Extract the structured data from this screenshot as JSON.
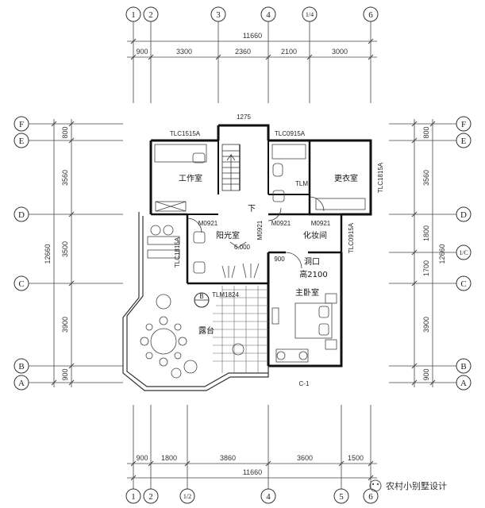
{
  "axes": {
    "top": [
      "1",
      "2",
      "3",
      "4",
      "1/4",
      "6"
    ],
    "bottom": [
      "1",
      "2",
      "1/2",
      "4",
      "5",
      "6"
    ],
    "left": [
      "F",
      "E",
      "D",
      "C",
      "B",
      "A"
    ],
    "right": [
      "F",
      "E",
      "D",
      "1/C",
      "C",
      "B",
      "A"
    ]
  },
  "dimensions": {
    "top_total": "11660",
    "top_segments": [
      "900",
      "3300",
      "2360",
      "2100",
      "3000"
    ],
    "bottom_total": "11660",
    "bottom_segments": [
      "900",
      "1800",
      "3860",
      "3600",
      "1500"
    ],
    "left_total": "12660",
    "left_segments": [
      "800",
      "3560",
      "3500",
      "3900",
      "900"
    ],
    "right_total": "12660",
    "right_segments": [
      "800",
      "3560",
      "1800",
      "1700",
      "3900",
      "900"
    ],
    "stair_top": "1275",
    "opening_width": "900"
  },
  "rooms": {
    "study": "工作室",
    "dressing": "更衣室",
    "sunroom": "阳光室",
    "sunroom_level": "6.000",
    "vanity": "化妆间",
    "opening": "洞口",
    "opening_height": "高2100",
    "master_bedroom": "主卧室",
    "terrace": "露台",
    "stair_down": "下"
  },
  "codes": {
    "tlc1515a": "TLC1515A",
    "tlc0915a_top": "TLC0915A",
    "tlc1815a": "TLC1815A",
    "tlc0915a_right": "TLC0915A",
    "m0921_a": "M0921",
    "m0921_b": "M0921",
    "m0921_c": "M0921",
    "m0921_d": "M0921",
    "tlm_top": "TLM",
    "tlm1824": "TLM1824",
    "c1": "C-1",
    "tlc1815a_left": "TLC1815A",
    "section_b": "B"
  },
  "watermark": "农村小别墅设计"
}
